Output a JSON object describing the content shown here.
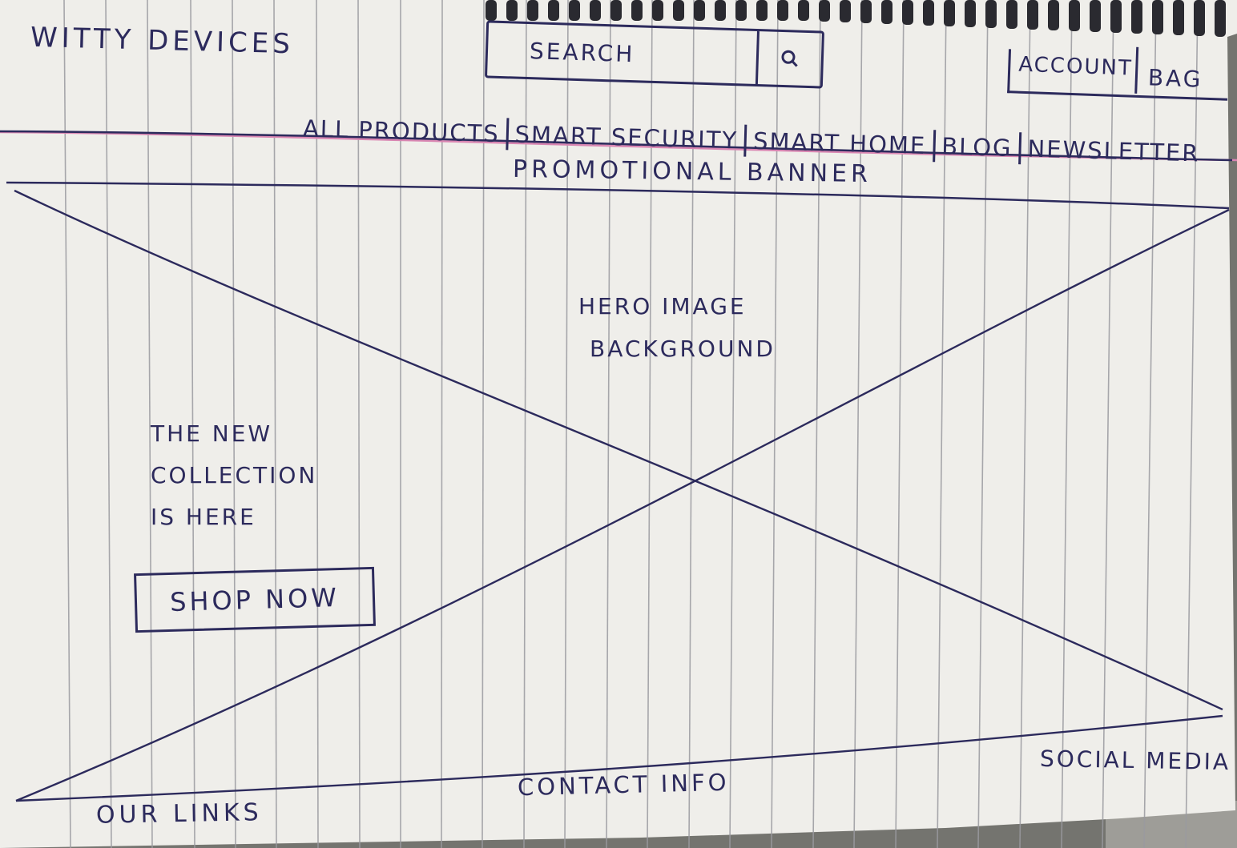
{
  "brand": {
    "name": "WITTY DEVICES"
  },
  "search": {
    "placeholder": "SEARCH",
    "icon": "search-icon"
  },
  "account": {
    "label": "ACCOUNT"
  },
  "bag": {
    "label": "BAG"
  },
  "nav": {
    "items": [
      {
        "label": "ALL PRODUCTS"
      },
      {
        "label": "SMART SECURITY"
      },
      {
        "label": "SMART HOME"
      },
      {
        "label": "BLOG"
      },
      {
        "label": "NEWSLETTER"
      }
    ]
  },
  "promo": {
    "label": "PROMOTIONAL BANNER"
  },
  "hero": {
    "image_label_line1": "HERO IMAGE",
    "image_label_line2": "BACKGROUND",
    "tagline_line1": "THE NEW",
    "tagline_line2": "COLLECTION",
    "tagline_line3": "IS HERE",
    "cta_label": "SHOP NOW"
  },
  "footer": {
    "links_label": "OUR LINKS",
    "contact_label": "CONTACT INFO",
    "social_label": "SOCIAL MEDIA"
  },
  "colors": {
    "ink": "#2c2a5c",
    "paper": "#efeeea",
    "rule": "#9a9aa0",
    "accent_line": "#d986b2"
  }
}
